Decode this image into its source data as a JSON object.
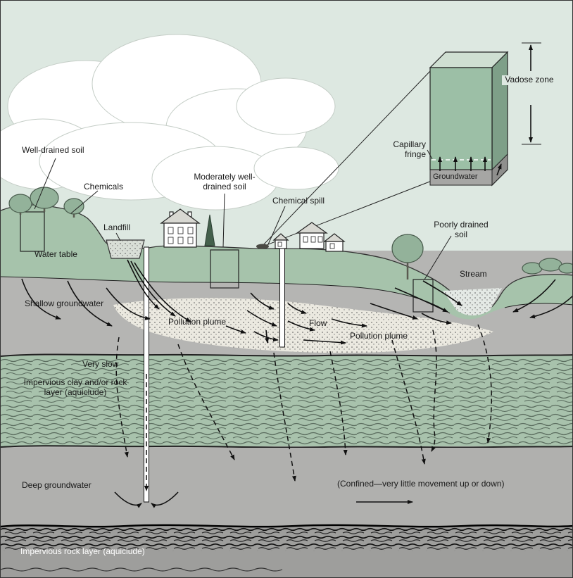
{
  "title": "Groundwater pollution cross-section diagram",
  "labels": {
    "well_drained_soil": "Well-drained soil",
    "chemicals": "Chemicals",
    "landfill": "Landfill",
    "water_table": "Water table",
    "shallow_groundwater": "Shallow groundwater",
    "moderately_well_drained_soil": "Moderately well-drained soil",
    "chemical_spill": "Chemical spill",
    "poorly_drained_soil": "Poorly drained soil",
    "stream": "Stream",
    "pollution_plume_left": "Pollution plume",
    "flow": "Flow",
    "pollution_plume_right": "Pollution plume",
    "very_slow": "Very slow",
    "impervious_clay_layer": "Impervious clay and/or rock layer (aquiclude)",
    "deep_groundwater": "Deep groundwater",
    "confined_note": "(Confined—very little movement up or down)",
    "impervious_rock_layer": "Impervious rock layer (aquiclude)"
  },
  "inset": {
    "vadose_zone": "Vadose zone",
    "capillary_fringe": "Capillary fringe",
    "groundwater": "Groundwater"
  },
  "colors": {
    "sky": "#dde8e1",
    "cloud": "#ffffff",
    "cloud_edge": "#c4cdc6",
    "soil_green": "#a6c3ab",
    "subsoil_gray": "#b5b5b3",
    "plume_bg": "#ebe9e0",
    "aquiclude_green": "#a8c2ac",
    "stripe": "#5c6e60",
    "deep_gray": "#b0b0ae",
    "rock_gray": "#9e9e9c",
    "ink": "#1a1a1a",
    "inset_front": "#9cbfa6",
    "inset_top": "#cfdfd2",
    "inset_side": "#7e9f88",
    "groundwater_gray": "#a6a6a4",
    "water": "#e4e9e5"
  }
}
